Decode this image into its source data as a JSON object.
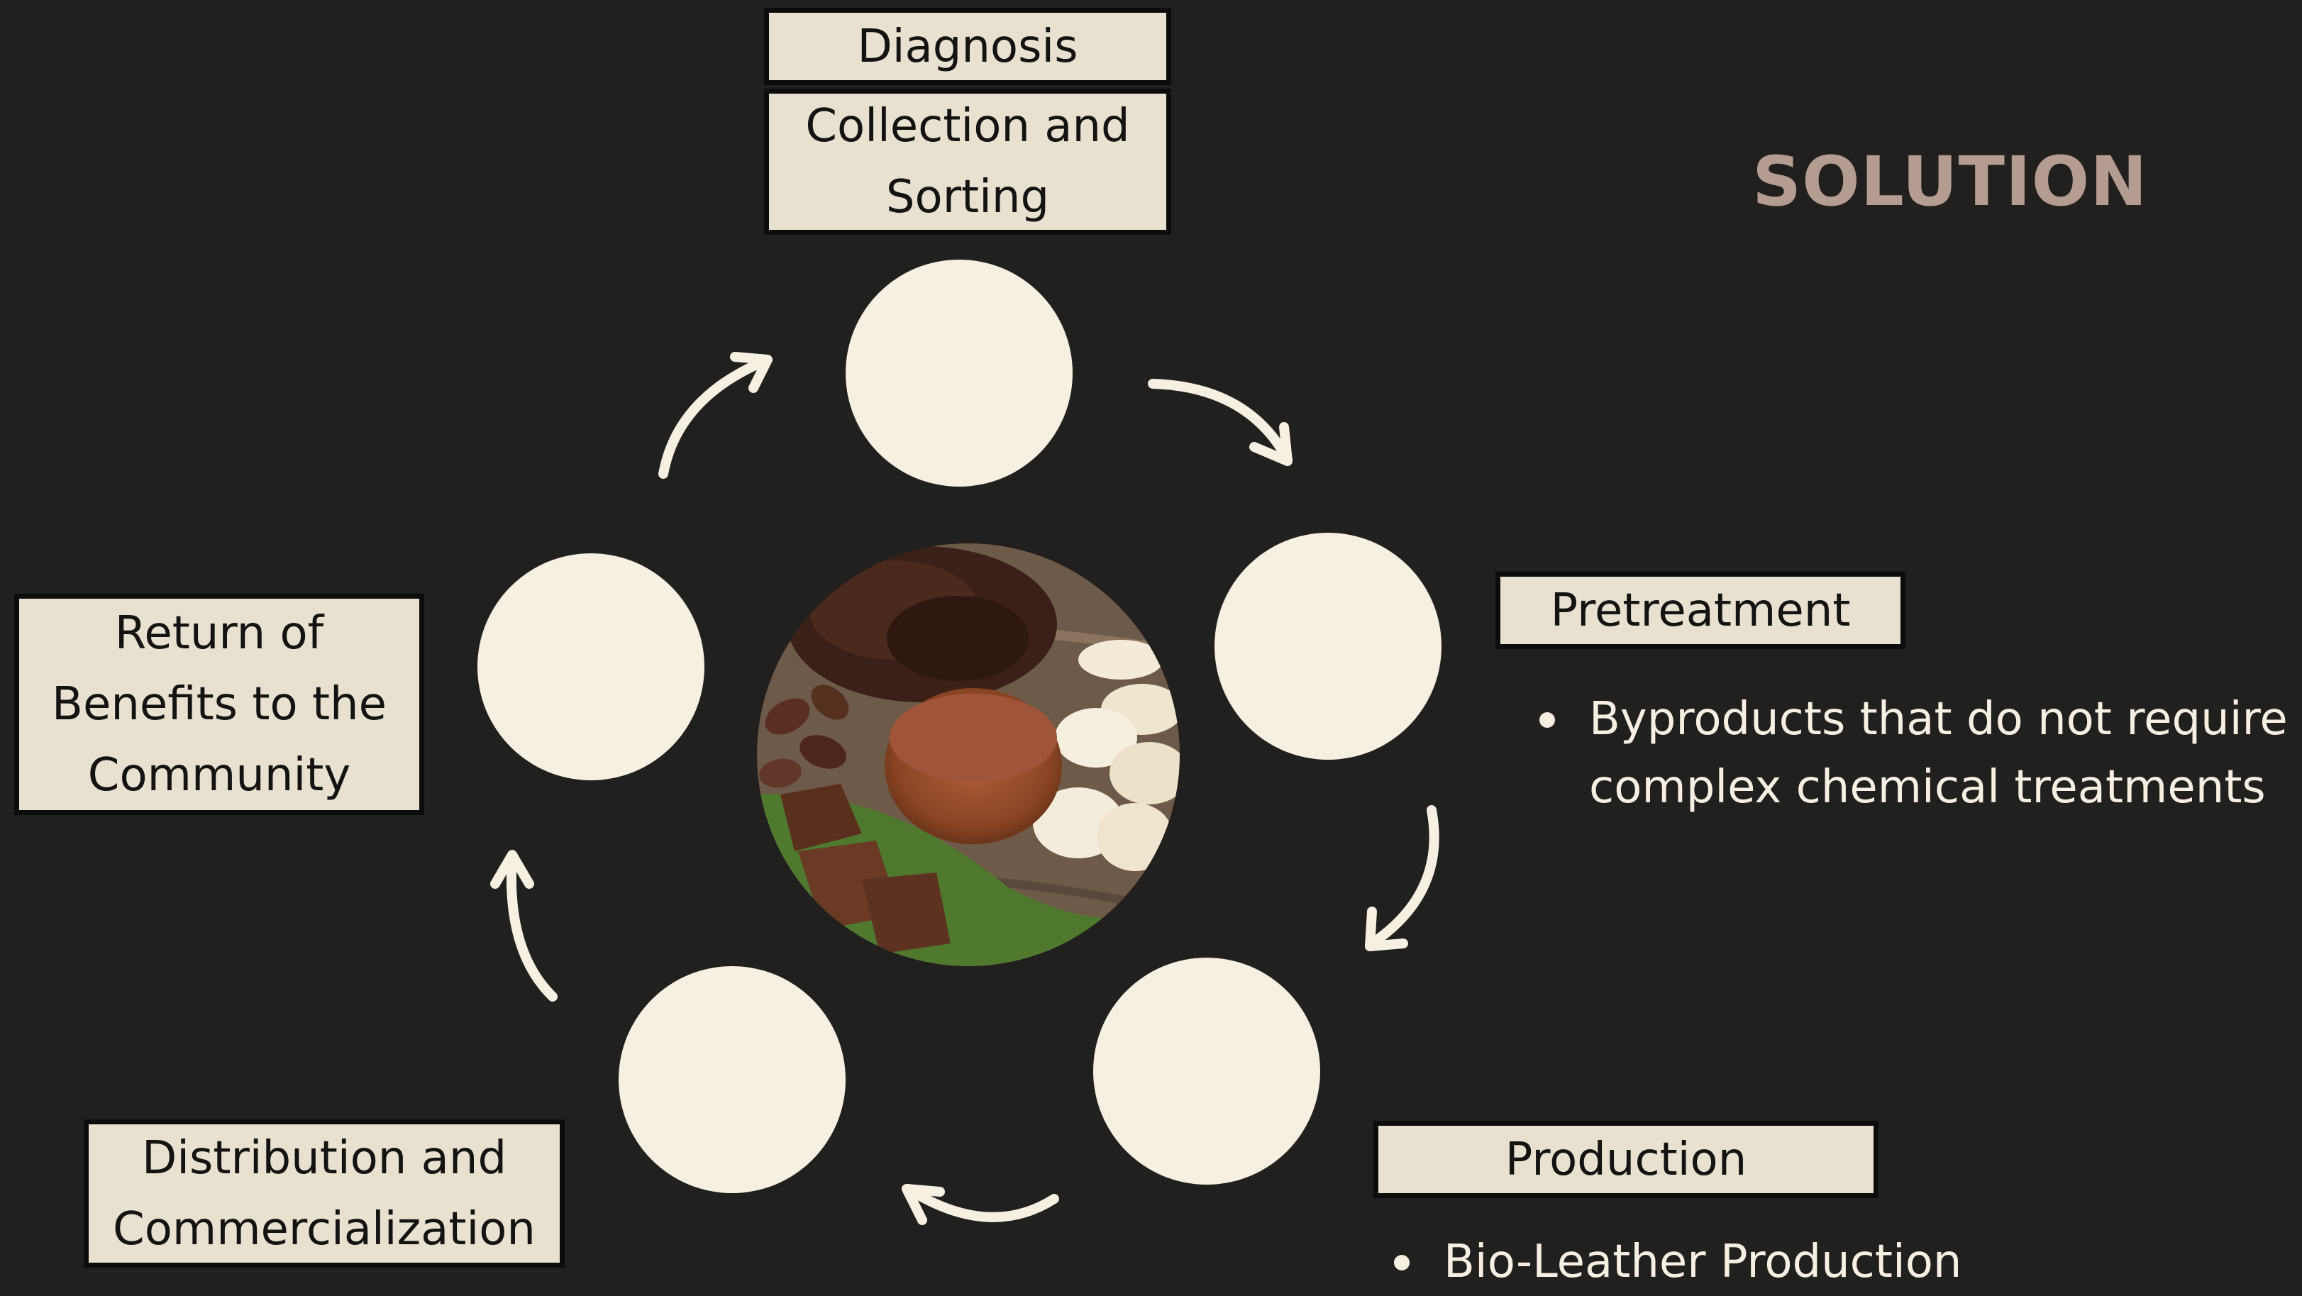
{
  "title": "SOLUTION",
  "steps": {
    "diagnosis": "Diagnosis",
    "collection": "Collection and\nSorting",
    "pretreatment": "Pretreatment",
    "production": "Production",
    "distribution": "Distribution and\nCommercialization",
    "return": "Return of\nBenefits to the\nCommunity"
  },
  "notes": {
    "pretreatment_bullet": "Byproducts that do not require\ncomplex chemical treatments",
    "production_bullet": "Bio-Leather Production"
  },
  "center_image": "cocoa-and-chocolate-photo",
  "colors": {
    "background": "#221f1f",
    "label_fill": "#e8e1cf",
    "circle_fill": "#f5f0e1",
    "title": "#b49c90"
  }
}
